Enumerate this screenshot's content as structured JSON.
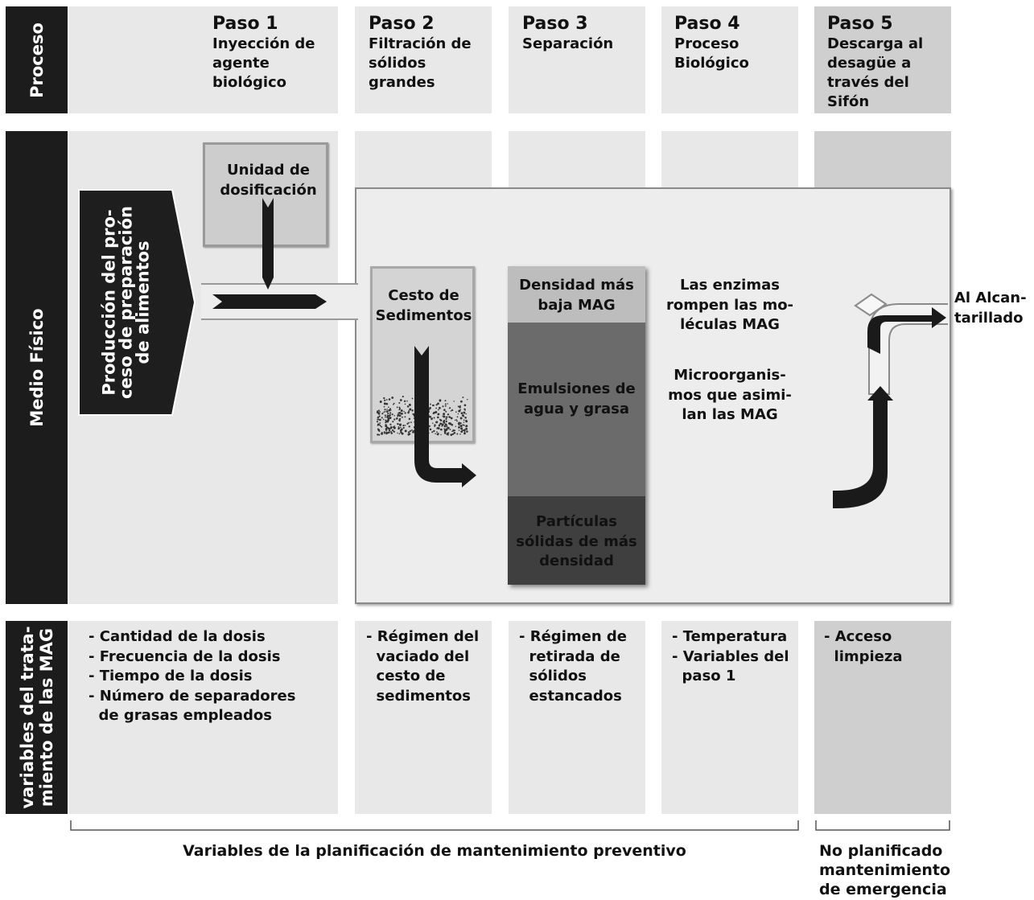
{
  "rows": {
    "proceso": "Proceso",
    "medio_fisico": "Medio Físico",
    "variables": "variables del trata-\nmiento de las MAG"
  },
  "steps": [
    {
      "title": "Paso 1",
      "desc": "Inyección de\nagente\nbiológico"
    },
    {
      "title": "Paso 2",
      "desc": "Filtración de\nsólidos\ngrandes"
    },
    {
      "title": "Paso 3",
      "desc": "Separación"
    },
    {
      "title": "Paso 4",
      "desc": "Proceso\nBiológico"
    },
    {
      "title": "Paso 5",
      "desc": "Descarga al\ndesagüe a\ntravés del\nSifón"
    }
  ],
  "physical": {
    "production": "Producción del pro-\nceso de preparación\nde alimentos",
    "dosing_unit": "Unidad de\ndosificación",
    "basket": "Cesto de\nSedimentos",
    "layers": {
      "low_density": "Densidad más\nbaja MAG",
      "emulsions": "Emulsiones de\nagua y grasa",
      "solids": "Partículas\nsólidas de más\ndensidad"
    },
    "enzymes": "Las enzimas\nrompen las mo-\nléculas MAG",
    "microorganisms": "Microorganis-\nmos que asimi-\nlan las MAG",
    "sewer": "Al Alcan-\ntarillado"
  },
  "variables": [
    "- Cantidad de la dosis\n- Frecuencia de la dosis\n- Tiempo de la dosis\n- Número de separadores\n  de grasas empleados",
    "- Régimen del\n  vaciado del\n  cesto de\n  sedimentos",
    "- Régimen de\n  retirada de\n  sólidos\n  estancados",
    "- Temperatura\n- Variables del\n  paso 1",
    "- Acceso\n  limpieza"
  ],
  "footer": {
    "preventive": "Variables de la planificación de mantenimiento preventivo",
    "emergency": "No planificado\nmantenimiento\nde emergencia"
  }
}
